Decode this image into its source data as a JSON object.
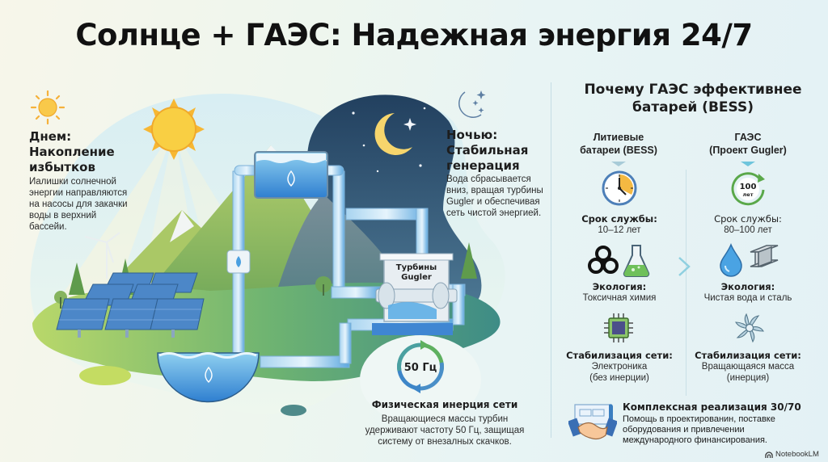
{
  "title": "Солнце + ГАЭС: Надежная энергия 24/7",
  "day": {
    "icon": "sun-icon",
    "title_lines": [
      "Днем:",
      "Накопление",
      "избытков"
    ],
    "text_lines": [
      "Иалишки солнечной",
      "энергии направляются",
      "на насосы для закачки",
      "воды в верхний",
      "бассейи."
    ]
  },
  "night": {
    "icon": "moon-icon",
    "title_lines": [
      "Ночью:",
      "Стабильная",
      "генерация"
    ],
    "text_lines": [
      "Вода сбрасывается",
      "вниз, вращая турбины",
      "Gugler и обеспечивая",
      "сеть чистой энергией."
    ]
  },
  "illustration": {
    "turbine_label_lines": [
      "Турбины",
      "Gugler"
    ],
    "frequency_label": "50 Гц"
  },
  "inertia": {
    "title": "Физическая инерция сети",
    "text_lines": [
      "Вращающиеся массы турбин",
      "удерживают частоту 50 Гц, защищая",
      "систему от внезалных скачков."
    ]
  },
  "comparison": {
    "title_lines": [
      "Почему ГАЭС эффективнее",
      "батарей (BESS)"
    ],
    "left": {
      "header_lines": [
        "Литиевые",
        "батареи (BESS)"
      ],
      "rows": [
        {
          "icon": "clock-icon",
          "label": "Срок службы:",
          "value_lines": [
            "10–12 лет"
          ]
        },
        {
          "icon": "biohazard-flask-icon",
          "label": "Экология:",
          "value_lines": [
            "Токсичная химия"
          ]
        },
        {
          "icon": "chip-icon",
          "label": "Стабилизация сети:",
          "value_lines": [
            "Электроника",
            "(без инерции)"
          ]
        }
      ]
    },
    "right": {
      "header_lines": [
        "ГАЭС",
        "(Проект Gugler)"
      ],
      "badge": {
        "number": "100",
        "unit": "лет"
      },
      "rows": [
        {
          "icon": "100-years-cycle-icon",
          "label": "Срок службы:",
          "value_lines": [
            "80–100 лет"
          ]
        },
        {
          "icon": "water-drop-steel-beam-icon",
          "label": "Экология:",
          "value_lines": [
            "Чистая вода и сталь"
          ]
        },
        {
          "icon": "turbine-icon",
          "label": "Стабилизация сети:",
          "value_lines": [
            "Вращающаяся масса",
            "(инерция)"
          ]
        }
      ]
    }
  },
  "footer": {
    "icon": "handshake-icon",
    "title": "Комплексная реализация 30/70",
    "text_lines": [
      "Помощь в проектированин, поставке",
      "оборудования и привлечении",
      "международного финансирования."
    ]
  },
  "brand": "NotebookLM",
  "colors": {
    "water": "#4a9fe0",
    "sky_night": "#2d4f72",
    "grass": "#8cc45a",
    "sun": "#f7c33a",
    "accent_teal": "#6ec5dc"
  }
}
